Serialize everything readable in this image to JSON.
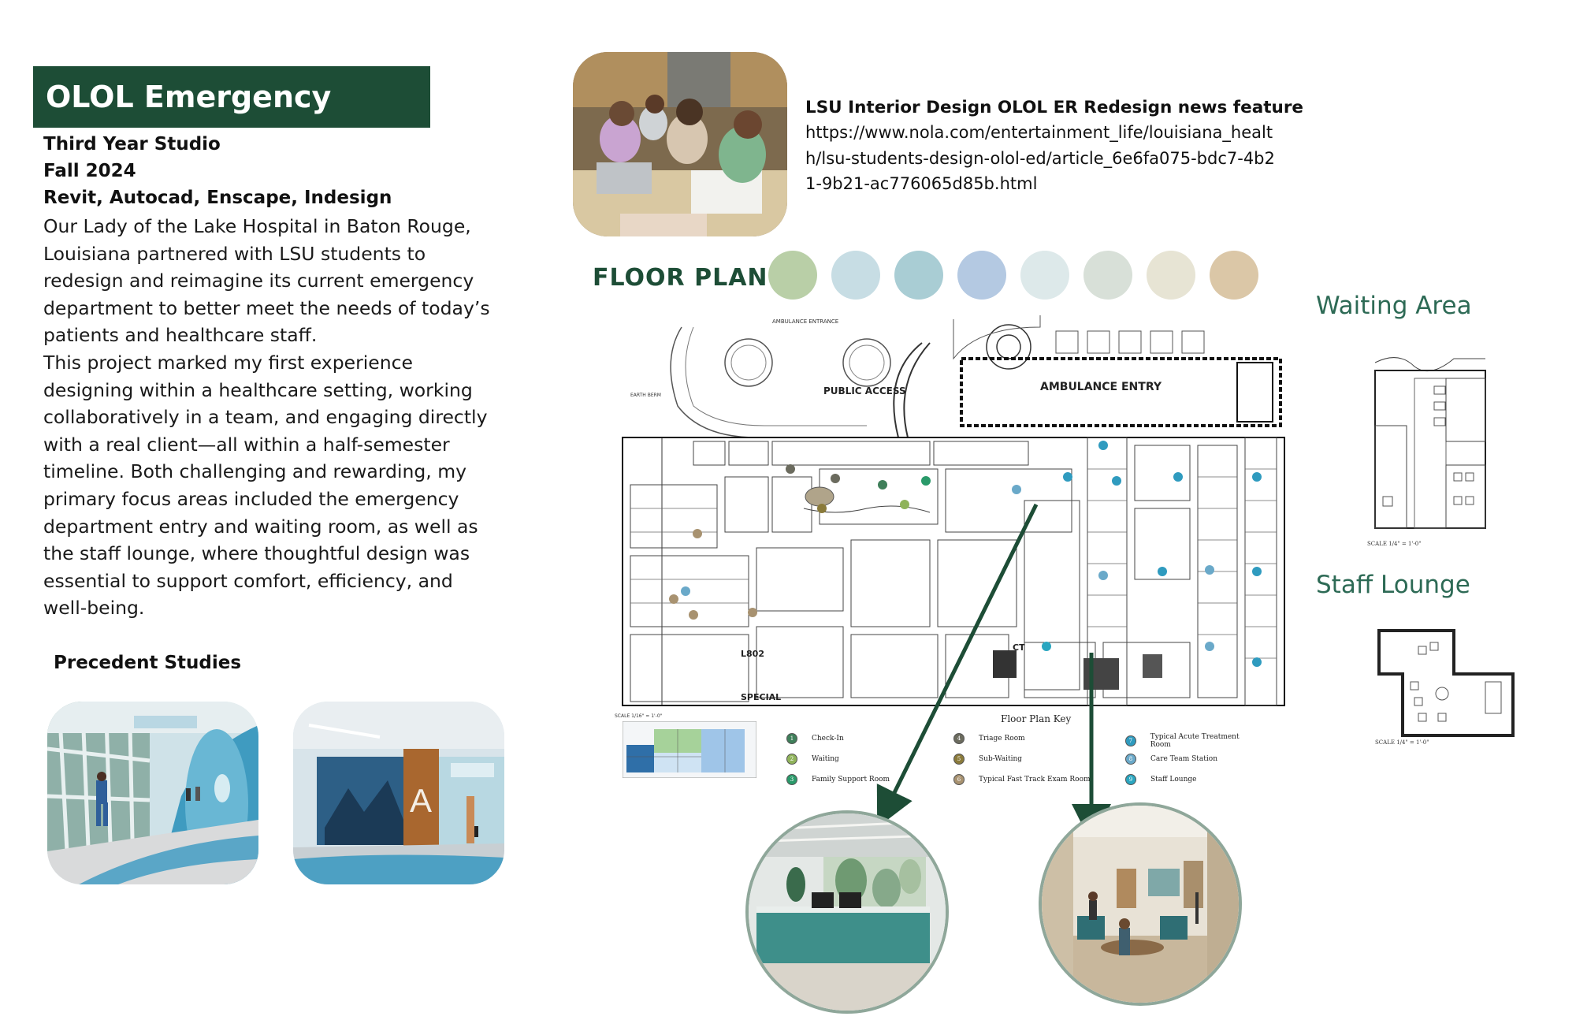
{
  "header": {
    "title": "OLOL Emergency Room",
    "studio": "Third Year Studio",
    "term": "Fall 2024",
    "software": "Revit, Autocad, Enscape, Indesign"
  },
  "description": {
    "p1": "Our Lady of the Lake Hospital in Baton Rouge, Louisiana partnered with LSU students to redesign and reimagine its current emergency department to better meet the needs of today’s patients and healthcare staff.",
    "p2": "This project marked my first experience designing within a healthcare setting, working collaboratively in a team, and engaging directly with a real client—all within a half-semester timeline. Both challenging and rewarding, my primary focus areas included the emergency department entry and waiting room, as well as the staff lounge, where thoughtful design was essential to support comfort, efficiency, and well-being."
  },
  "precedent": {
    "heading": "Precedent Studies",
    "sign_a": "A"
  },
  "news": {
    "title": "LSU Interior Design OLOL ER Redesign news feature",
    "url": "https://www.nola.com/entertainment_life/louisiana_health/lsu-students-design-olol-ed/article_6e6fa075-bdc7-4b21-9b21-ac776065d85b.html"
  },
  "floor_plan": {
    "label": "FLOOR PLAN",
    "swatches": [
      "#b9cfa7",
      "#c7dde4",
      "#a9cdd4",
      "#b4c9e2",
      "#dde9ea",
      "#d8e0d8",
      "#e7e4d4",
      "#dbc7a7"
    ],
    "plan_labels": {
      "ambulance_entrance": "AMBULANCE ENTRANCE",
      "public_access": "PUBLIC ACCESS",
      "ambulance_entry": "AMBULANCE ENTRY",
      "earth_berm": "EARTH BERM",
      "ct": "CT",
      "lab": "L802",
      "special": "SPECIAL",
      "scale": "SCALE 1/16\" = 1'-0\""
    },
    "key_title": "Floor Plan Key",
    "key": [
      {
        "num": "1",
        "label": "Check-In",
        "color": "#3f7f5a"
      },
      {
        "num": "2",
        "label": "Waiting",
        "color": "#8fb35a"
      },
      {
        "num": "3",
        "label": "Family Support Room",
        "color": "#2a9a6a"
      },
      {
        "num": "4",
        "label": "Triage Room",
        "color": "#6b6b5e"
      },
      {
        "num": "5",
        "label": "Sub-Waiting",
        "color": "#8a7a3a"
      },
      {
        "num": "6",
        "label": "Typical Fast Track Exam Room",
        "color": "#a89270"
      },
      {
        "num": "7",
        "label": "Typical Acute Treatment Room",
        "color": "#2f9bbf"
      },
      {
        "num": "8",
        "label": "Care Team Station",
        "color": "#6aa9c9"
      },
      {
        "num": "9",
        "label": "Staff Lounge",
        "color": "#2aa6c0"
      }
    ]
  },
  "side": {
    "waiting_area": "Waiting Area",
    "staff_lounge": "Staff Lounge",
    "waiting_scale": "SCALE 1/4\" = 1'-0\"",
    "lounge_scale": "SCALE 1/4\" = 1'-0\""
  }
}
